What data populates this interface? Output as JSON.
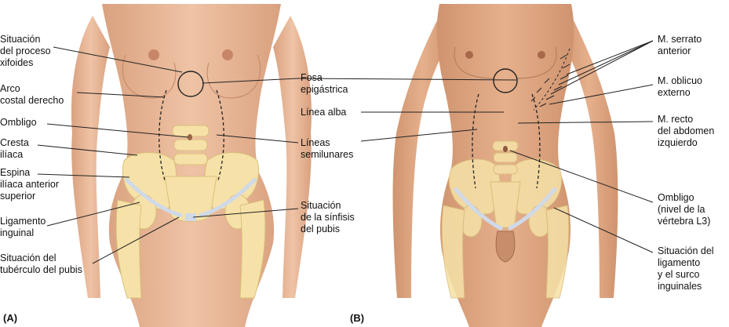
{
  "panels": {
    "a": {
      "tag": "(A)"
    },
    "b": {
      "tag": "(B)"
    }
  },
  "labels_a": [
    {
      "id": "xifoides",
      "lines": [
        "Situación",
        "del proceso",
        "xifoides"
      ]
    },
    {
      "id": "arco-costal",
      "lines": [
        "Arco",
        "costal derecho"
      ]
    },
    {
      "id": "ombligo",
      "lines": [
        "Ombligo"
      ]
    },
    {
      "id": "cresta-iliaca",
      "lines": [
        "Cresta",
        "ilíaca"
      ]
    },
    {
      "id": "espina-iliaca",
      "lines": [
        "Espina",
        "ilíaca anterior",
        "superior"
      ]
    },
    {
      "id": "ligamento-inguinal",
      "lines": [
        "Ligamento",
        "inguinal"
      ]
    },
    {
      "id": "tuberculo-pubis",
      "lines": [
        "Situación del",
        "tubérculo del pubis"
      ]
    }
  ],
  "labels_center": [
    {
      "id": "fosa-epigastrica",
      "lines": [
        "Fosa",
        "epigástrica"
      ]
    },
    {
      "id": "linea-alba",
      "lines": [
        "Línea alba"
      ]
    },
    {
      "id": "lineas-semilunares",
      "lines": [
        "Líneas",
        "semilunares"
      ]
    },
    {
      "id": "sinfisis-pubis",
      "lines": [
        "Situación",
        "de la sínfisis",
        "del pubis"
      ]
    }
  ],
  "labels_b": [
    {
      "id": "serrato-anterior",
      "lines": [
        "M. serrato",
        "anterior"
      ]
    },
    {
      "id": "oblicuo-externo",
      "lines": [
        "M. oblicuo",
        "externo"
      ]
    },
    {
      "id": "recto-abdomen",
      "lines": [
        "M. recto",
        "del abdomen",
        "izquierdo"
      ]
    },
    {
      "id": "ombligo-l3",
      "lines": [
        "Ombligo",
        "(nivel de la",
        "vértebra L3)"
      ]
    },
    {
      "id": "surco-inguinal",
      "lines": [
        "Situación del",
        "ligamento",
        "y el surco",
        "inguinales"
      ]
    }
  ],
  "colors": {
    "skin": "#e7b898",
    "skin_shadow": "#c98f6e",
    "bone": "#f6e2a8",
    "bone_edge": "#d9bf7a",
    "ligament": "#cfd9e8",
    "leader": "#222222"
  }
}
